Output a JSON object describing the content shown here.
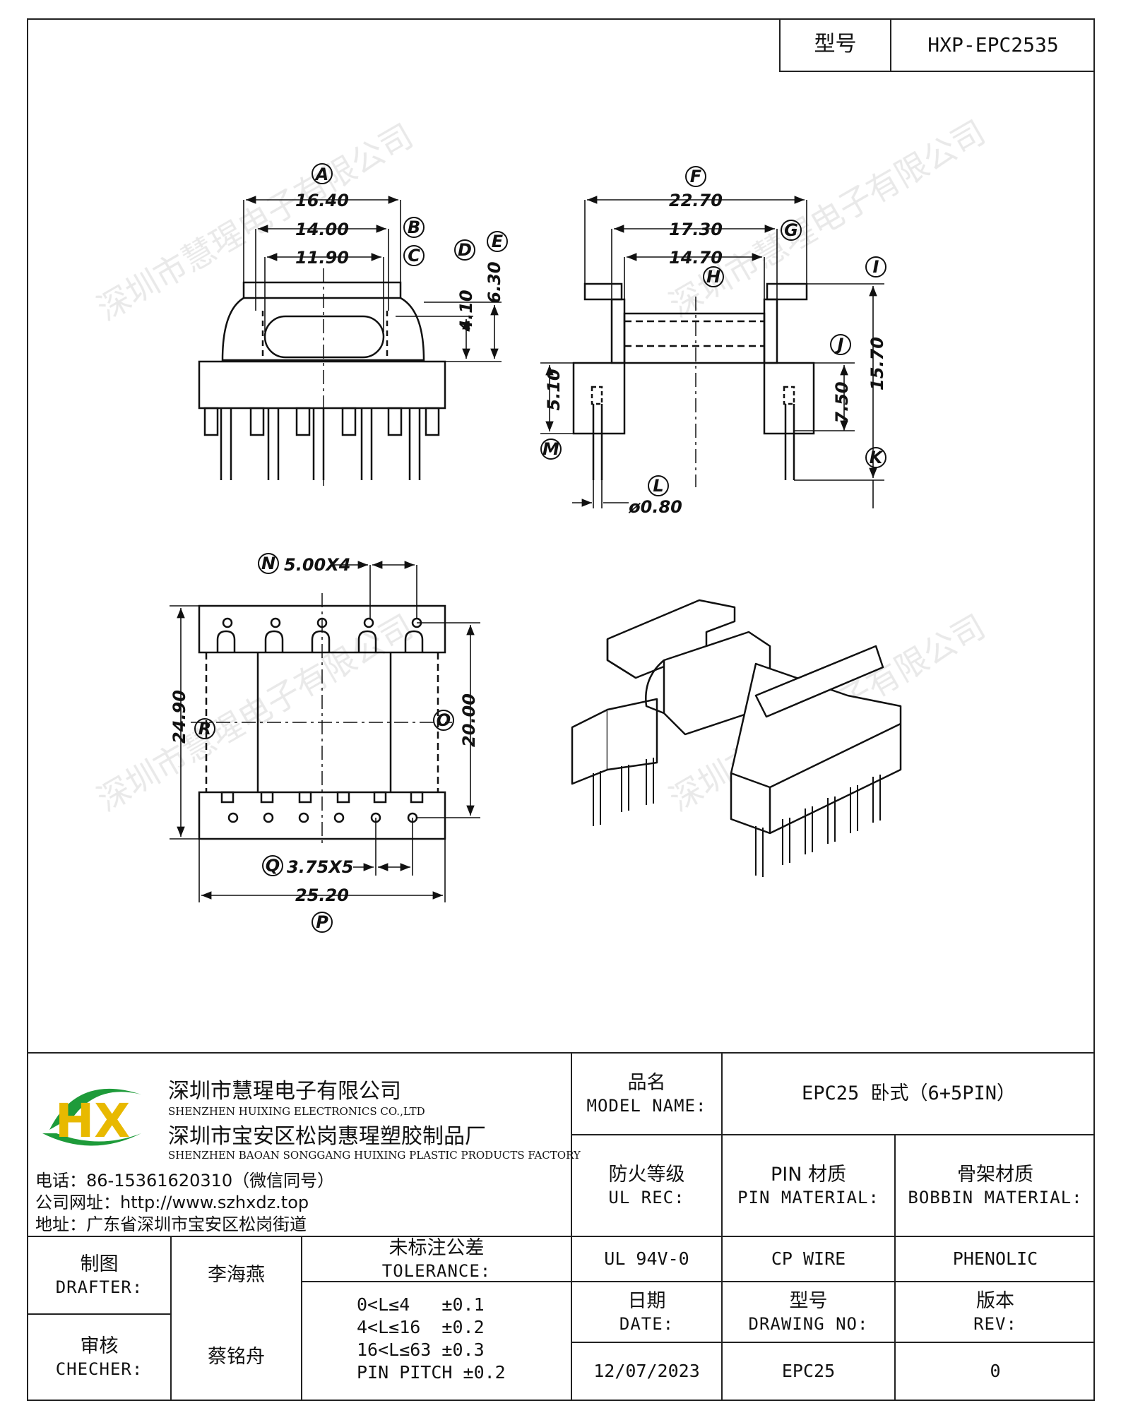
{
  "header": {
    "model_label": "型号",
    "model_value": "HXP-EPC2535"
  },
  "drawing": {
    "top_view": {
      "A_letter": "A",
      "A_value": "16.40",
      "B_letter": "B",
      "B_value": "14.00",
      "C_letter": "C",
      "C_value": "11.90",
      "D_letter": "D",
      "D_value": "4.10",
      "E_letter": "E",
      "E_value": "6.30"
    },
    "side_view": {
      "F_letter": "F",
      "F_value": "22.70",
      "G_letter": "G",
      "G_value": "17.30",
      "H_letter": "H",
      "H_value": "14.70",
      "I_letter": "I",
      "J_letter": "J",
      "J_value": "7.50",
      "K_letter": "K",
      "IK_value": "15.70",
      "L_letter": "L",
      "L_value": "ø0.80",
      "M_letter": "M",
      "M_value": "5.10"
    },
    "bottom_view": {
      "N_letter": "N",
      "N_value": "5.00X4",
      "O_letter": "O",
      "O_value": "20.00",
      "R_letter": "R",
      "R_value": "24.90",
      "Q_letter": "Q",
      "Q_value": "3.75X5",
      "P_letter": "P",
      "P_value": "25.20"
    },
    "watermark_text": "深圳市慧瑆电子有限公司"
  },
  "title_block": {
    "company": {
      "logo_text": "HX",
      "name_cn": "深圳市慧瑆电子有限公司",
      "name_en": "SHENZHEN HUIXING ELECTRONICS CO.,LTD",
      "factory_cn": "深圳市宝安区松岗惠瑆塑胶制品厂",
      "factory_en": "SHENZHEN BAOAN SONGGANG HUIXING PLASTIC PRODUCTS FACTORY",
      "phone": "电话：86-15361620310（微信同号）",
      "website": "公司网址：http://www.szhxdz.top",
      "address": "地址：广东省深圳市宝安区松岗街道"
    },
    "model_name_cn": "品名",
    "model_name_en": "MODEL NAME:",
    "model_name_value": "EPC25 卧式（6+5PIN）",
    "ul_cn": "防火等级",
    "ul_en": "UL REC:",
    "pin_material_cn": "PIN 材质",
    "pin_material_en": "PIN MATERIAL:",
    "bobbin_material_cn": "骨架材质",
    "bobbin_material_en": "BOBBIN MATERIAL:",
    "ul_value": "UL 94V-0",
    "pin_material_value": "CP WIRE",
    "bobbin_material_value": "PHENOLIC",
    "drafter_cn": "制图",
    "drafter_en": "DRAFTER:",
    "drafter_value": "李海燕",
    "checker_cn": "审核",
    "checker_en": "CHECHER:",
    "checker_value": "蔡铭舟",
    "tolerance_cn": "未标注公差",
    "tolerance_en": "TOLERANCE:",
    "tolerance_rows": [
      "0<L≤4   ±0.1",
      "4<L≤16  ±0.2",
      "16<L≤63 ±0.3",
      "PIN PITCH ±0.2"
    ],
    "date_cn": "日期",
    "date_en": "DATE:",
    "date_value": "12/07/2023",
    "drawing_no_cn": "型号",
    "drawing_no_en": "DRAWING NO:",
    "drawing_no_value": "EPC25",
    "rev_cn": "版本",
    "rev_en": "REV:",
    "rev_value": "0"
  }
}
